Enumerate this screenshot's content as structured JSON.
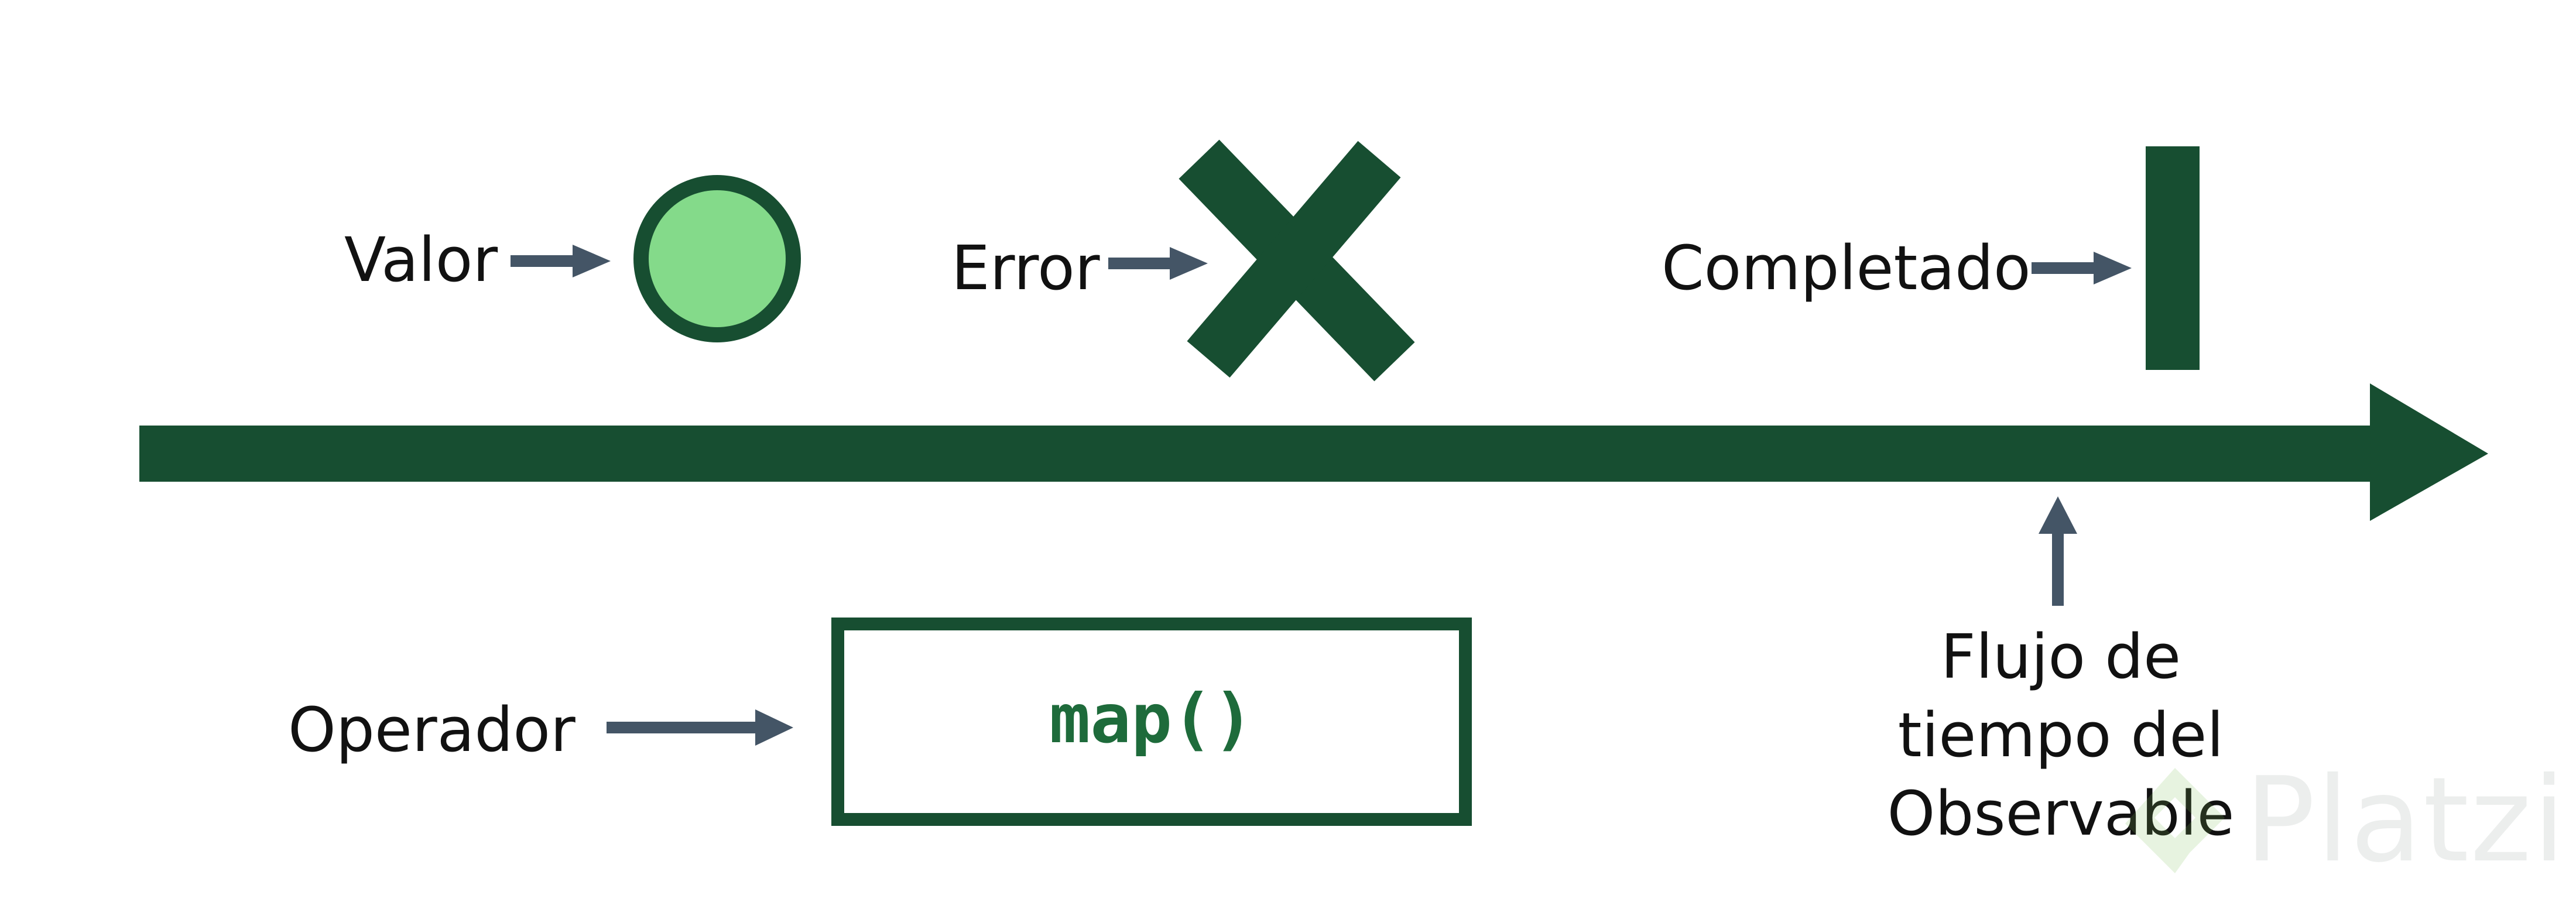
{
  "labels": {
    "value": "Valor",
    "error": "Error",
    "complete": "Completado",
    "operator": "Operador",
    "flow_line1": "Flujo de",
    "flow_line2": "tiempo del",
    "flow_line3": "Observable"
  },
  "operator_code": "map()",
  "watermark": "Platzi",
  "colors": {
    "dark_green": "#174e31",
    "light_green": "#84da8a",
    "code_green": "#1e6b3b",
    "arrow_slate": "#445566",
    "text": "#111111"
  }
}
